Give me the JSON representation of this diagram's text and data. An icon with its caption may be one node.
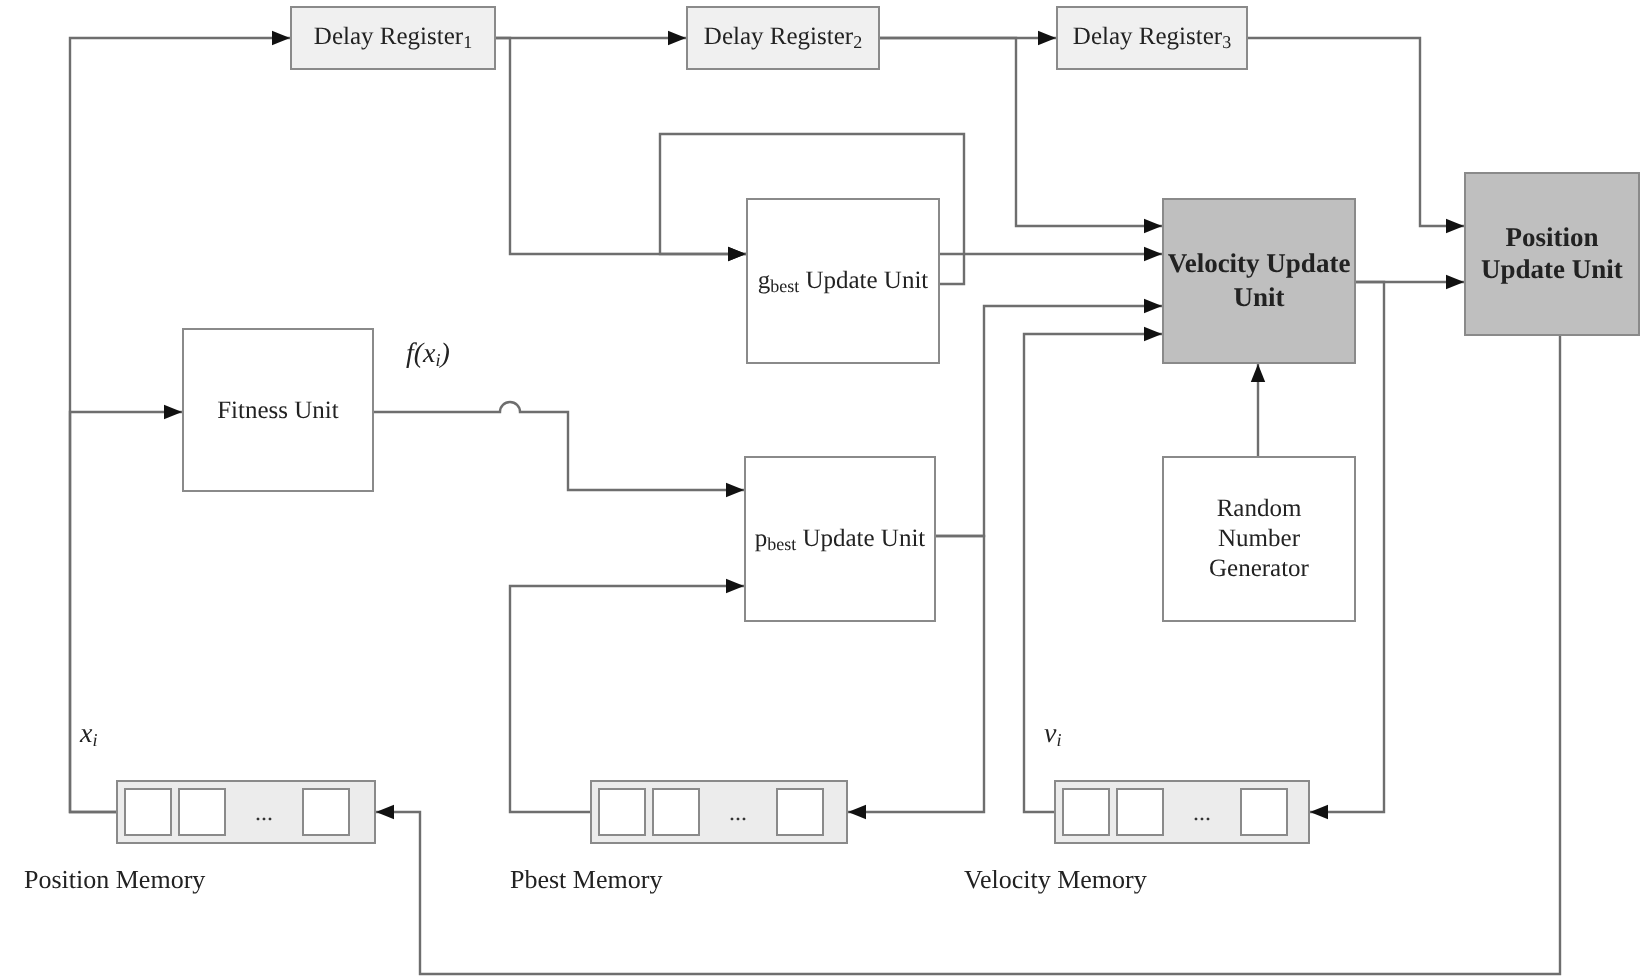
{
  "diagram": {
    "nodes": [
      {
        "text": [
          "Delay Register$_{1}$"
        ]
      },
      {
        "text": [
          "Delay Register$_{2}$"
        ]
      },
      {
        "text": [
          "Delay Register$_{3}$"
        ]
      },
      {
        "text": [
          "g$_{best}$ Update Unit"
        ]
      },
      {
        "text": [
          "Velocity Update Unit"
        ]
      },
      {
        "text": [
          "Position Update Unit"
        ]
      },
      {
        "text": [
          "Fitness Unit"
        ]
      },
      {
        "text": [
          "p$_{best}$ Update Unit"
        ]
      },
      {
        "text": [
          "Random Number Generator"
        ]
      },
      {
        "text": [
          "..."
        ],
        "beside": [
          "Position Memory"
        ]
      },
      {
        "text": [
          "..."
        ],
        "beside": [
          "Pbest Memory"
        ]
      },
      {
        "text": [
          "..."
        ],
        "beside": [
          "Velocity Memory"
        ]
      }
    ],
    "edges": [
      {
        "from": 9,
        "to": 0,
        "arrow": "to"
      },
      {
        "from": 9,
        "to": 6,
        "arrow": "to"
      },
      {
        "from": 0,
        "to": 1,
        "arrow": "to"
      },
      {
        "from": 0,
        "to": 3,
        "arrow": "to"
      },
      {
        "from": 3,
        "to": 3,
        "arrow": "to"
      },
      {
        "from": 3,
        "to": 4,
        "arrow": "to"
      },
      {
        "from": 6,
        "to": 7,
        "arrow": "to"
      },
      {
        "from": 10,
        "to": 7,
        "arrow": "to"
      },
      {
        "from": 1,
        "to": 2,
        "arrow": "to"
      },
      {
        "from": 1,
        "to": 4,
        "arrow": "to"
      },
      {
        "from": 2,
        "to": 5,
        "arrow": "to"
      },
      {
        "from": 7,
        "to": 4,
        "arrow": "to"
      },
      {
        "from": 7,
        "to": 10,
        "arrow": "to"
      },
      {
        "from": 11,
        "to": 4,
        "arrow": "to"
      },
      {
        "from": 4,
        "to": 5,
        "arrow": "to"
      },
      {
        "from": 4,
        "to": 11,
        "arrow": "to"
      },
      {
        "from": 8,
        "to": 4,
        "arrow": "to"
      },
      {
        "from": 5,
        "to": 9,
        "arrow": "to"
      }
    ],
    "labels": [
      "f(x$_{i}$)",
      "x$_{i}$",
      "v$_{i}$"
    ]
  }
}
